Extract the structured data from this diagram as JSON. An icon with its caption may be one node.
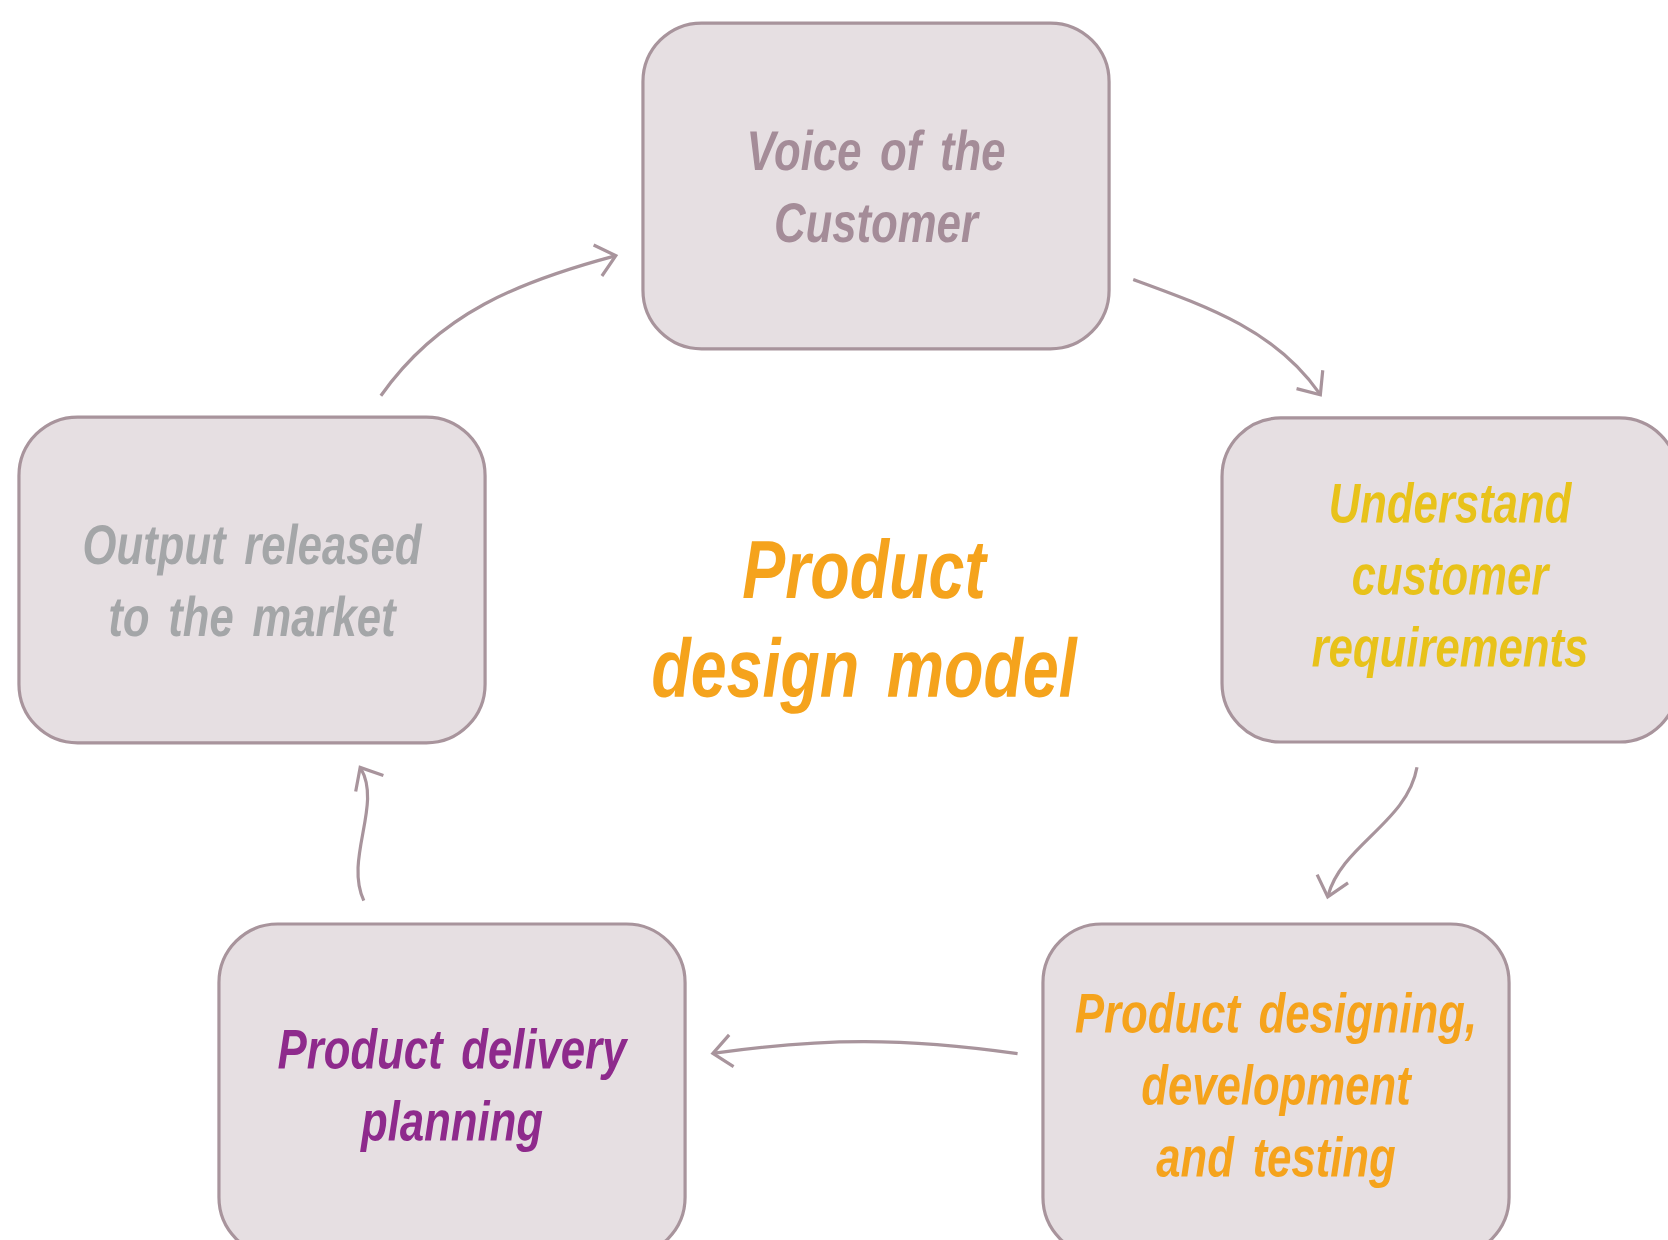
{
  "diagram": {
    "title": "Product design model",
    "nodes": [
      {
        "text": [
          "Voice of the Customer"
        ]
      },
      {
        "text": [
          "Understand customer requirements"
        ]
      },
      {
        "text": [
          "Product designing, development and testing"
        ]
      },
      {
        "text": [
          "Product delivery planning"
        ]
      },
      {
        "text": [
          "Output released to the market"
        ]
      }
    ],
    "edges": [
      {
        "from": 0,
        "to": 1,
        "arrow": "to"
      },
      {
        "from": 1,
        "to": 2,
        "arrow": "to"
      },
      {
        "from": 2,
        "to": 3,
        "arrow": "to"
      },
      {
        "from": 3,
        "to": 4,
        "arrow": "to"
      },
      {
        "from": 4,
        "to": 0,
        "arrow": "to"
      }
    ]
  }
}
